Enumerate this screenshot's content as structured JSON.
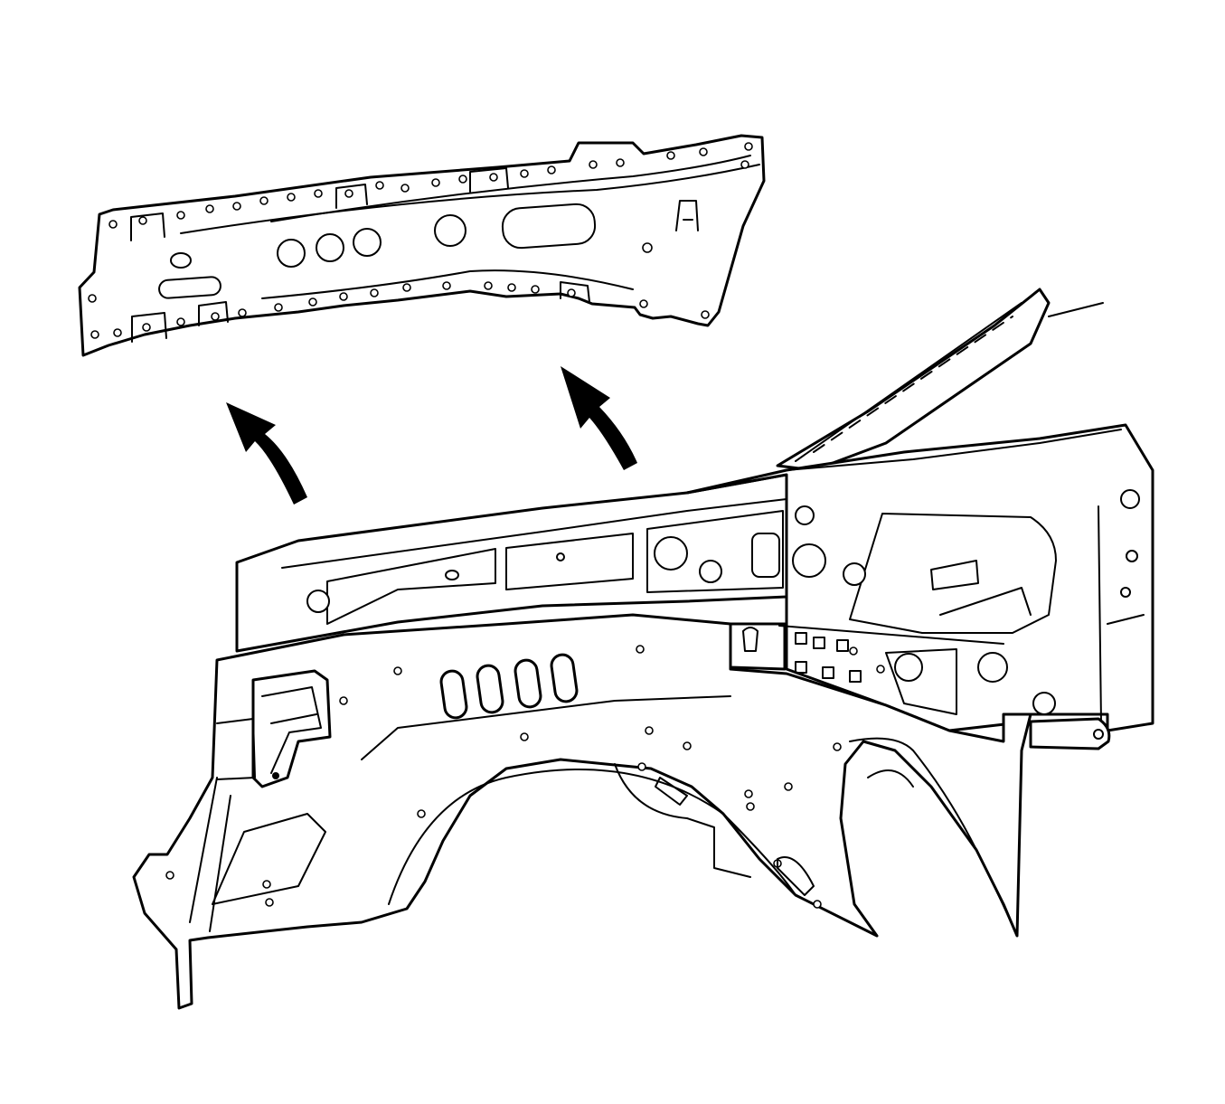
{
  "diagram": {
    "colors": {
      "line": "#000000",
      "background": "#ffffff",
      "stipple": "#555555"
    },
    "parts": [
      {
        "id": "removed-panel",
        "shading": "stippled"
      },
      {
        "id": "vehicle-body-structure",
        "shading": "none"
      }
    ],
    "arrows": [
      {
        "id": "removal-arrow-left",
        "direction": "up"
      },
      {
        "id": "removal-arrow-right",
        "direction": "up"
      }
    ]
  }
}
